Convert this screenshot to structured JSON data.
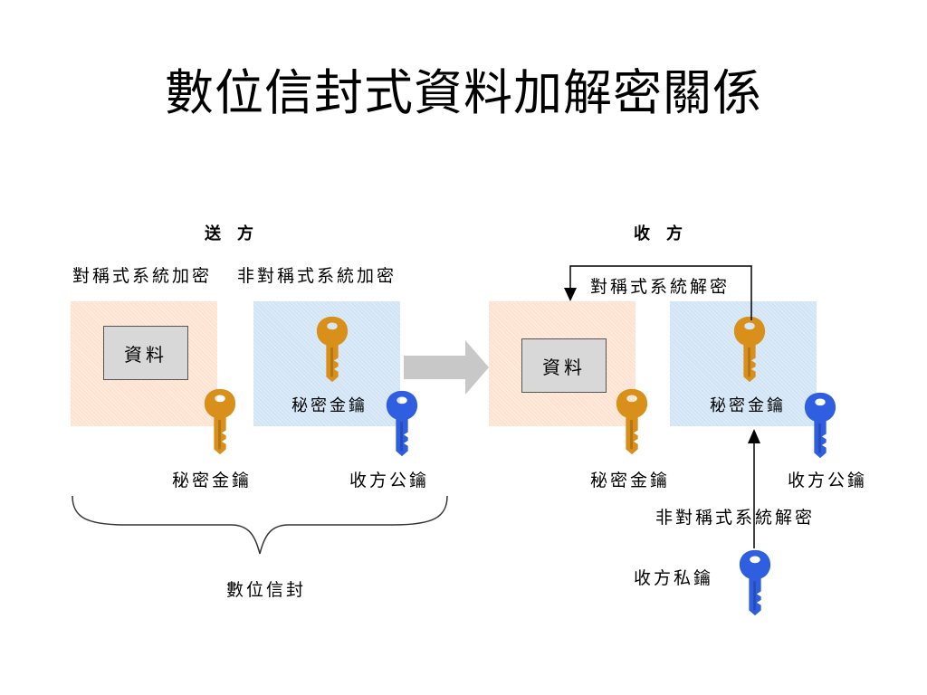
{
  "title": "數位信封式資料加解密關係",
  "sender": {
    "heading": "送方",
    "sym_label": "對稱式系統加密",
    "asym_label": "非對稱式系統加密",
    "data_box": "資料",
    "secret_key": "秘密金鑰",
    "secret_key_in_box": "秘密金鑰",
    "recv_public_key": "收方公鑰",
    "envelope": "數位信封"
  },
  "receiver": {
    "heading": "收方",
    "sym_decrypt": "對稱式系統解密",
    "data_box": "資料",
    "secret_key": "秘密金鑰",
    "secret_key_in_box": "秘密金鑰",
    "public_key": "收方公鑰",
    "asym_decrypt": "非對稱式系統解密",
    "private_key": "收方私鑰"
  },
  "colors": {
    "gold_key": "#d9901a",
    "blue_key": "#2f5fe0",
    "peach_panel": "#fde3cf",
    "blue_panel": "#d0e4f6",
    "arrow_gray": "#c8c8c8"
  }
}
